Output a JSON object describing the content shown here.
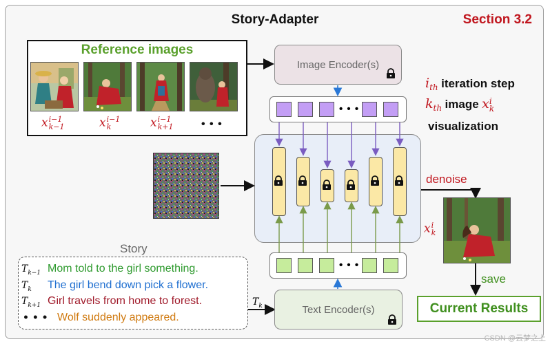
{
  "header": {
    "title": "Story-Adapter",
    "section": "Section 3.2"
  },
  "reference": {
    "heading": "Reference images",
    "labels": [
      {
        "base": "x",
        "sup": "i−1",
        "sub": "k−1"
      },
      {
        "base": "x",
        "sup": "i−1",
        "sub": "k"
      },
      {
        "base": "x",
        "sup": "i−1",
        "sub": "k+1"
      }
    ],
    "ellipsis": "• • •"
  },
  "image_encoder": {
    "label": "Image Encoder(s)",
    "icon": "lock-icon"
  },
  "text_encoder": {
    "label": "Text Encoder(s)",
    "icon": "lock-icon"
  },
  "tokens": {
    "ellipsis": "• • •",
    "image_color": "#c39ef5",
    "text_color": "#c6ec9c"
  },
  "legend": {
    "line1_math": {
      "base": "i",
      "sub": "th"
    },
    "line1_text": "iteration step",
    "line2_math": {
      "base": "k",
      "sub": "th"
    },
    "line2_text": "image",
    "line2_math2": {
      "base": "x",
      "sup": "i",
      "sub": "k"
    },
    "line3_text": "visualization"
  },
  "flow": {
    "denoise": "denoise",
    "output_label": {
      "base": "x",
      "sup": "i",
      "sub": "k"
    },
    "save": "save",
    "result": "Current Results",
    "t_label": {
      "base": "T",
      "sub": "k"
    }
  },
  "story": {
    "title": "Story",
    "lines": [
      {
        "tag": {
          "base": "T",
          "sub": "k−1"
        },
        "text": "Mom told to the girl something.",
        "color": "#2e9a2e"
      },
      {
        "tag": {
          "base": "T",
          "sub": "k"
        },
        "text": "The girl bend down pick a flower.",
        "color": "#1f6fd0"
      },
      {
        "tag": {
          "base": "T",
          "sub": "k+1"
        },
        "text": "Girl travels from home to forest.",
        "color": "#a01a2a"
      },
      {
        "tag": {
          "base": "• • •",
          "sub": ""
        },
        "text": "Wolf suddenly appeared.",
        "color": "#d07a10"
      }
    ]
  },
  "watermark": "CSDN @云梦之上",
  "colors": {
    "accent_red": "#c0161e",
    "green": "#5aa02c",
    "unet_bg": "#e8eef8",
    "bar_fill": "#fbe8a6"
  }
}
